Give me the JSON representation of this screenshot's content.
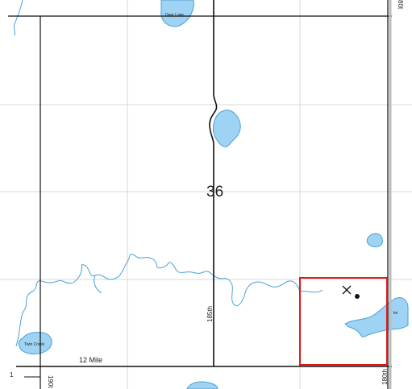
{
  "map": {
    "section_number": "36",
    "lakes": {
      "deer_lake": "Deer Lake",
      "twin_creek": "Twin Creek",
      "partial_east": "ke"
    },
    "roads": {
      "twelve_mile": "12 Mile",
      "north_south_185": "185th",
      "north_south_180_bottom": "180th",
      "north_south_180_top": "80t",
      "north_south_190": "190t",
      "left_edge_fragment": "1"
    },
    "colors": {
      "water": "#9fd3f3",
      "water_outline": "#4a9fd6",
      "road": "#111111",
      "grid": "#d9d9d9",
      "highlight_box": "#e01818",
      "background": "#ffffff"
    },
    "markers": {
      "cross_icon": "x-mark-icon",
      "point_icon": "dot-icon"
    }
  }
}
